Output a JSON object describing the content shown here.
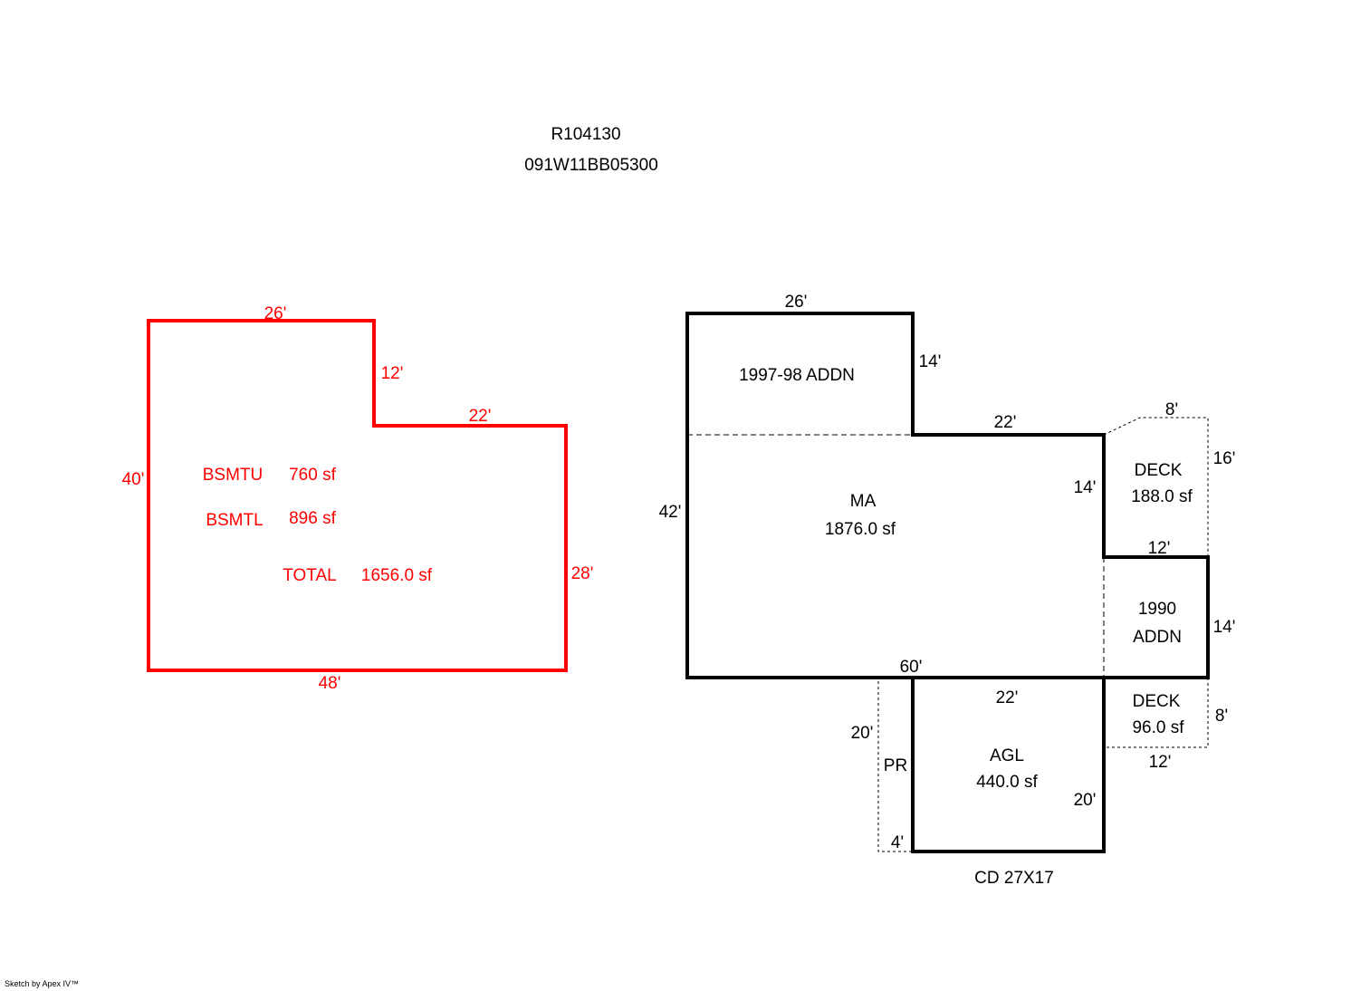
{
  "header": {
    "record_id": "R104130",
    "map_taxlot": "091W11BB05300"
  },
  "colors": {
    "basement": "#ff0000",
    "main": "#000000"
  },
  "basement": {
    "dims": {
      "top": "26'",
      "notch_vertical": "12'",
      "notch_horizontal": "22'",
      "left": "40'",
      "right": "28'",
      "bottom": "48'"
    },
    "rows": [
      {
        "name": "BSMTU",
        "area": "760 sf"
      },
      {
        "name": "BSMTL",
        "area": "896 sf"
      }
    ],
    "total": {
      "label": "TOTAL",
      "area": "1656.0 sf"
    }
  },
  "main": {
    "dims": {
      "addn_top": "26'",
      "addn_right": "14'",
      "ma_top": "22'",
      "left": "42'",
      "ma_right": "14'",
      "addn1990_top": "12'",
      "addn1990_right": "14'",
      "bottom": "60'"
    },
    "addn_1997": {
      "label": "1997-98 ADDN"
    },
    "ma": {
      "label": "MA",
      "area": "1876.0 sf"
    },
    "deck_upper": {
      "label": "DECK",
      "area": "188.0 sf",
      "dim_top": "8'",
      "dim_right": "16'"
    },
    "addn_1990": {
      "label_line1": "1990",
      "label_line2": "ADDN"
    },
    "agl": {
      "label": "AGL",
      "area": "440.0 sf",
      "dim_top": "22'",
      "dim_right": "20'",
      "caption": "CD 27X17"
    },
    "pr": {
      "label": "PR",
      "dim_left": "20'",
      "dim_bottom": "4'"
    },
    "deck_lower": {
      "label": "DECK",
      "area": "96.0 sf",
      "dim_right": "8'",
      "dim_bottom": "12'"
    }
  },
  "footer": {
    "credit": "Sketch by Apex IV™"
  }
}
